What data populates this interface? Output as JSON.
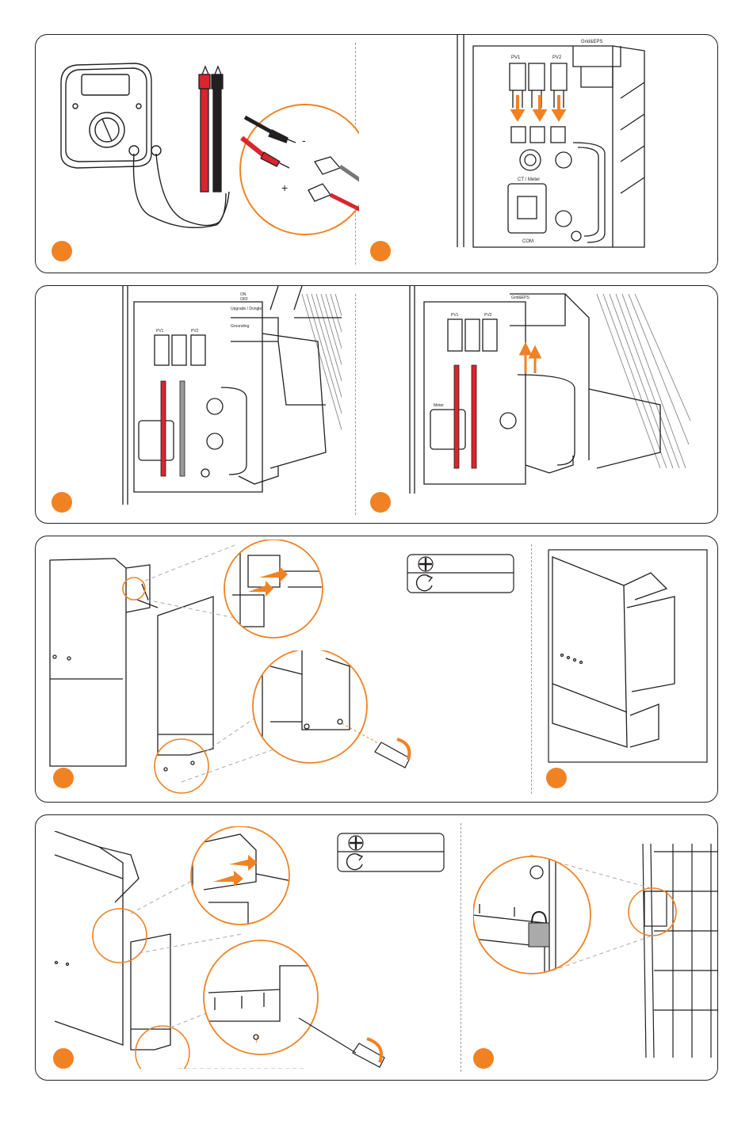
{
  "colors": {
    "accent": "#f08224",
    "line": "#231f20",
    "cable_red": "#d7262e",
    "divider": "#9a9a9a"
  },
  "panel1": {
    "probe_negative": "-",
    "probe_positive": "+",
    "pv1_label": "PV1",
    "pv2_label": "PV2",
    "grid_label": "Grid&EPS",
    "ct_meter_label": "CT / Meter",
    "com_label": "COM"
  },
  "panel2": {
    "upgrade_label": "Upgrade / Dongle",
    "switch_on": "ON",
    "switch_off": "OFF",
    "grounding_label": "Grounding",
    "pv1_label": "PV1",
    "pv2_label": "PV2",
    "grid_label": "Grid&EPS",
    "meter_label": "Meter"
  },
  "tools": {
    "screwdriver_icon": "phillips-screwdriver-icon",
    "rotate_icon": "clockwise-rotate-icon"
  }
}
